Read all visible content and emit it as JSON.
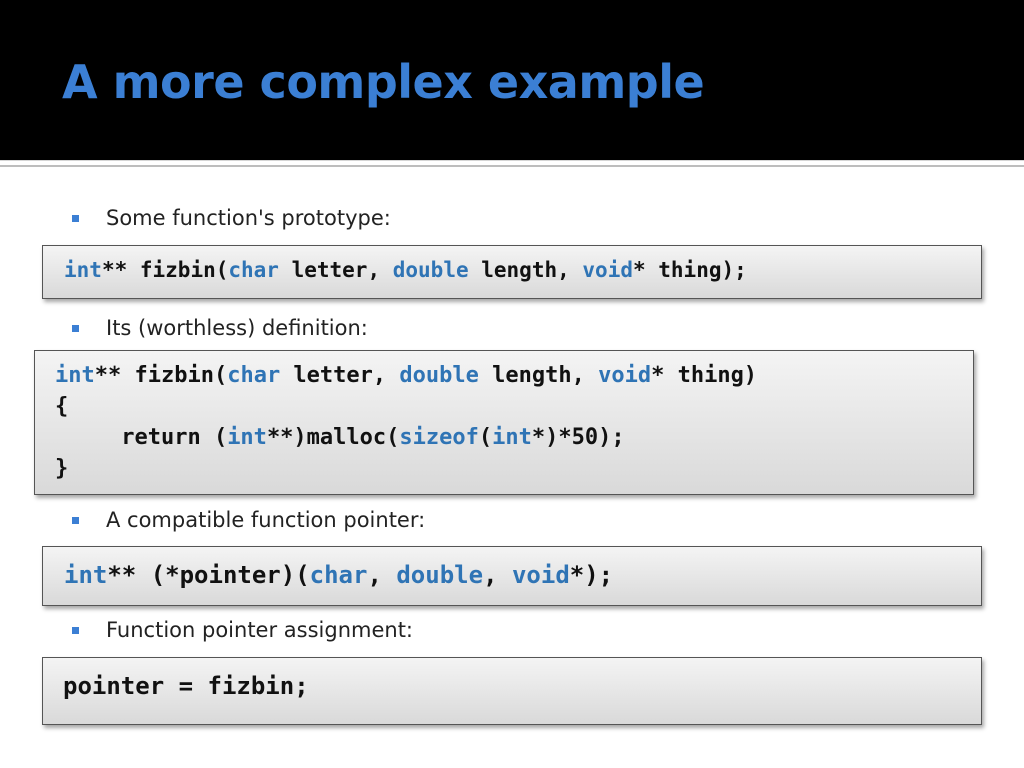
{
  "slide": {
    "title": "A more complex example",
    "accent_color": "#3b7fd4",
    "keyword_color": "#2f74b5"
  },
  "bullets": [
    "Some function's prototype:",
    "Its (worthless) definition:",
    "A compatible function pointer:",
    "Function pointer assignment:"
  ],
  "code": {
    "prototype": {
      "t1": "int",
      "t2": "** fizbin(",
      "t3": "char",
      "t4": " letter, ",
      "t5": "double",
      "t6": " length, ",
      "t7": "void",
      "t8": "* thing);"
    },
    "definition": {
      "l1": {
        "t1": "int",
        "t2": "** fizbin(",
        "t3": "char",
        "t4": " letter, ",
        "t5": "double",
        "t6": " length, ",
        "t7": "void",
        "t8": "* thing)"
      },
      "l2": "{",
      "l3": {
        "t1": "     return (",
        "t2": "int",
        "t3": "**)malloc(",
        "t4": "sizeof",
        "t5": "(",
        "t6": "int",
        "t7": "*)*50);"
      },
      "l4": "}"
    },
    "pointer_decl": {
      "t1": "int",
      "t2": "** (*pointer)(",
      "t3": "char",
      "t4": ", ",
      "t5": "double",
      "t6": ", ",
      "t7": "void",
      "t8": "*);"
    },
    "assignment": "pointer = fizbin;"
  }
}
